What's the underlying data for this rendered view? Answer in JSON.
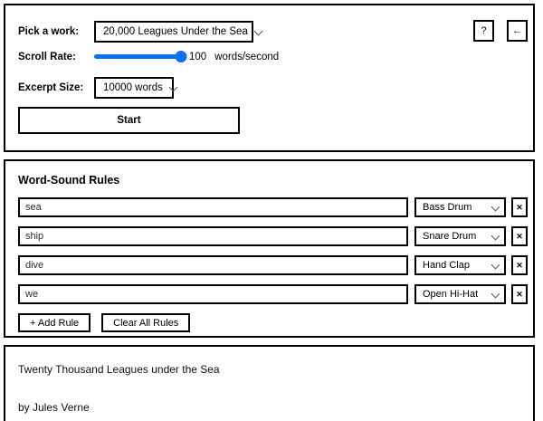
{
  "settings": {
    "work_label": "Pick a work:",
    "work_value": "20,000 Leagues Under the Sea",
    "rate_label": "Scroll Rate:",
    "rate_value": "100",
    "rate_units": "words/second",
    "rate_percent": 100,
    "excerpt_label": "Excerpt Size:",
    "excerpt_value": "10000 words",
    "start_label": "Start",
    "help_icon": "question-mark-icon",
    "help_label": "?",
    "back_icon": "left-arrow-icon",
    "back_label": "←"
  },
  "rules": {
    "title": "Word-Sound Rules",
    "items": [
      {
        "word": "sea",
        "sound": "Bass Drum",
        "delete_label": "✕"
      },
      {
        "word": "ship",
        "sound": "Snare Drum",
        "delete_label": "✕"
      },
      {
        "word": "dive",
        "sound": "Hand Clap",
        "delete_label": "✕"
      },
      {
        "word": "we",
        "sound": "Open Hi-Hat",
        "delete_label": "✕"
      }
    ],
    "add_label": "+ Add Rule",
    "clear_label": "Clear All Rules"
  },
  "reader": {
    "title": "Twenty Thousand Leagues under the Sea",
    "author": "by Jules Verne"
  },
  "colors": {
    "accent": "#0a70f5",
    "border": "#000000",
    "background": "#ffffff"
  }
}
